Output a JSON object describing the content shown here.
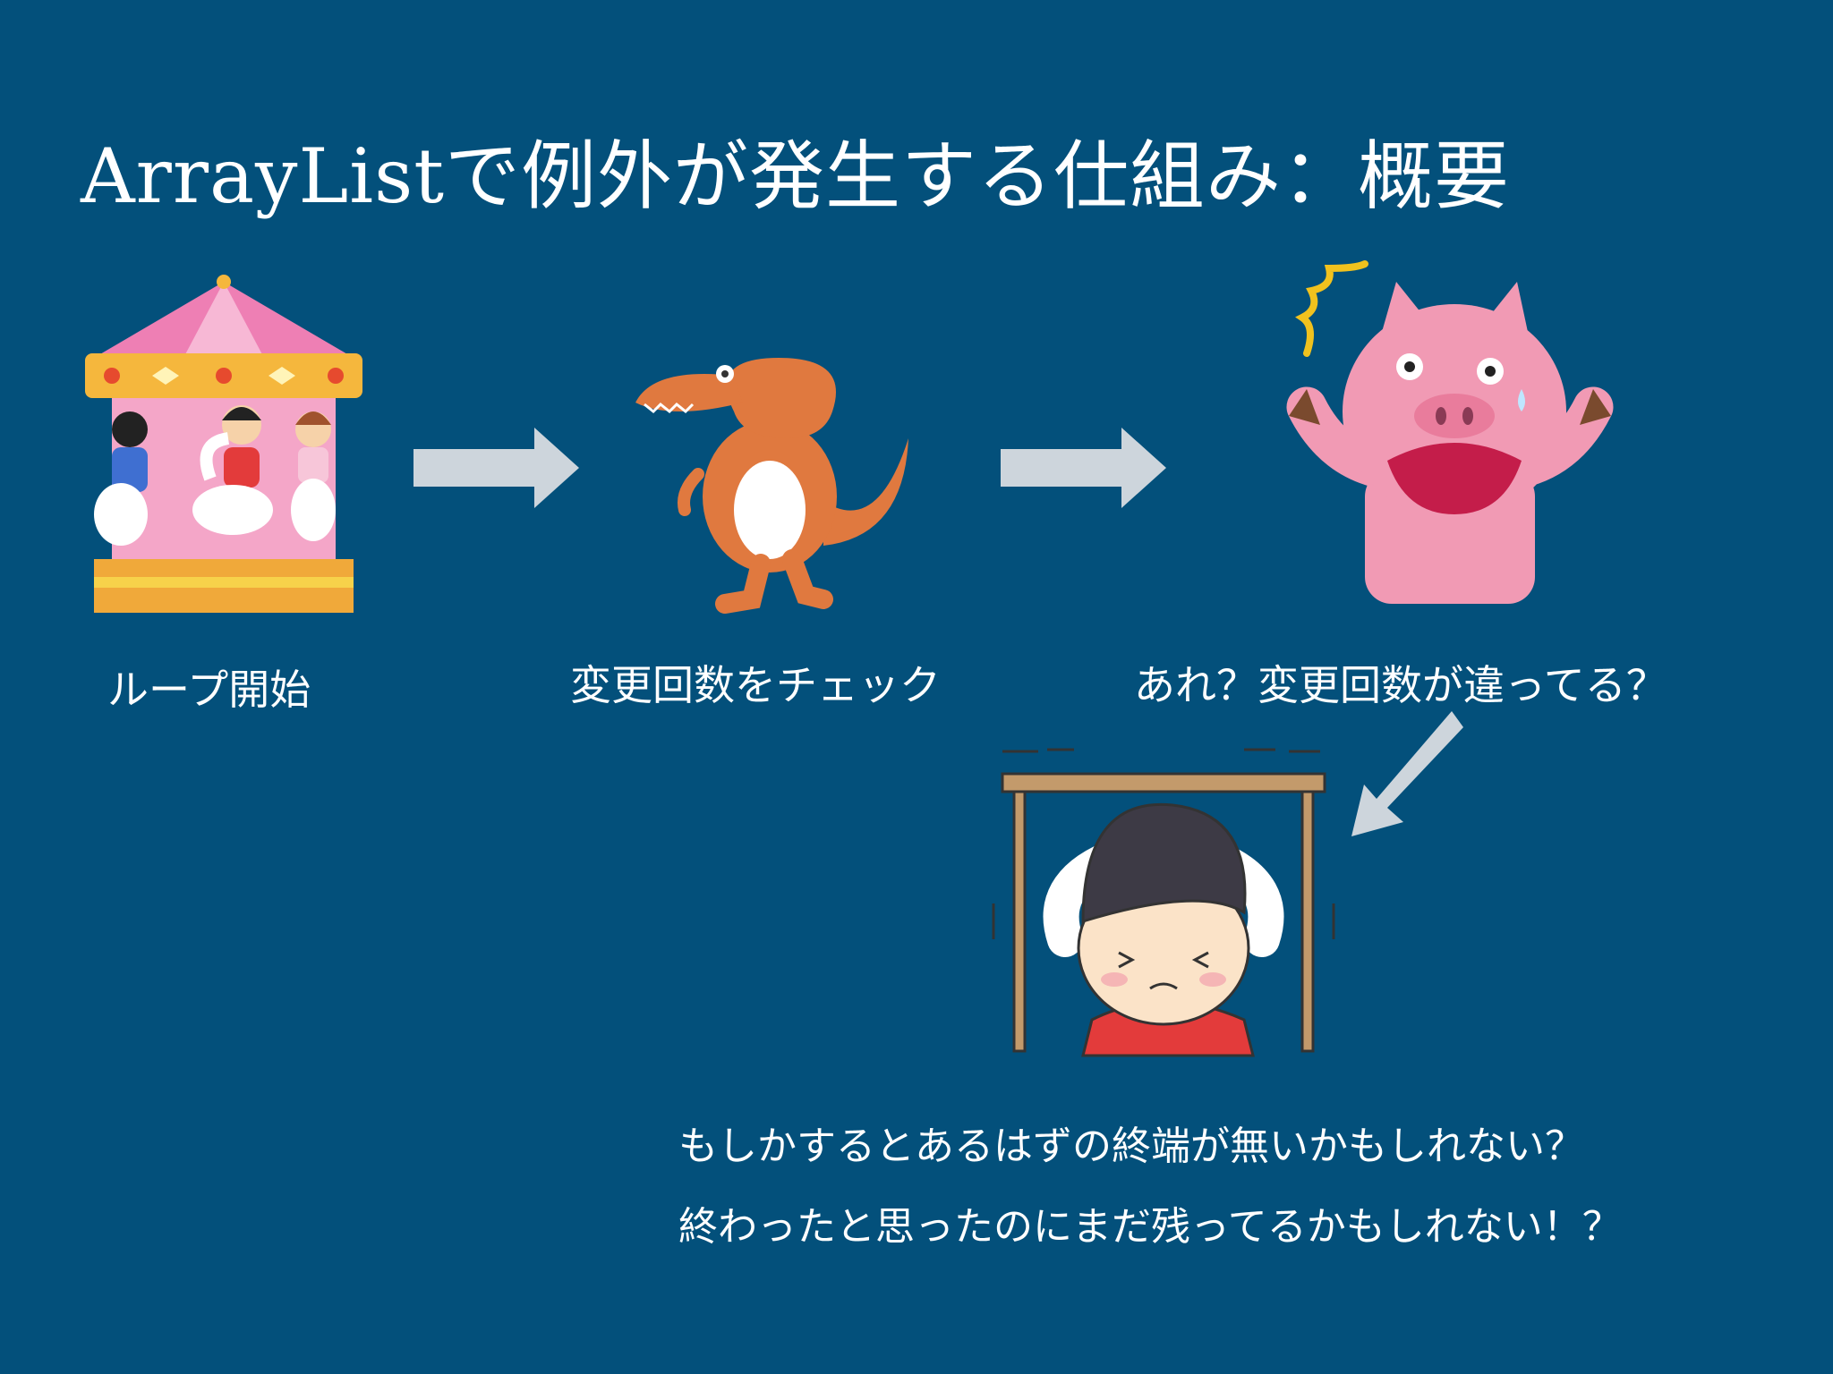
{
  "slide": {
    "title": "ArrayListで例外が発生する仕組み：概要",
    "steps": [
      {
        "illustration": "merry-go-round",
        "label": "ループ開始"
      },
      {
        "illustration": "dinosaur",
        "label": "変更回数をチェック"
      },
      {
        "illustration": "surprised-pig",
        "label": "あれ？変更回数が違ってる？"
      }
    ],
    "result": {
      "illustration": "child-under-desk",
      "lines": [
        "もしかするとあるはずの終端が無いかもしれない？",
        "終わったと思ったのにまだ残ってるかもしれない！？"
      ]
    },
    "colors": {
      "background": "#03507b",
      "arrow": "#cdd5dc",
      "text": "#ffffff"
    }
  }
}
